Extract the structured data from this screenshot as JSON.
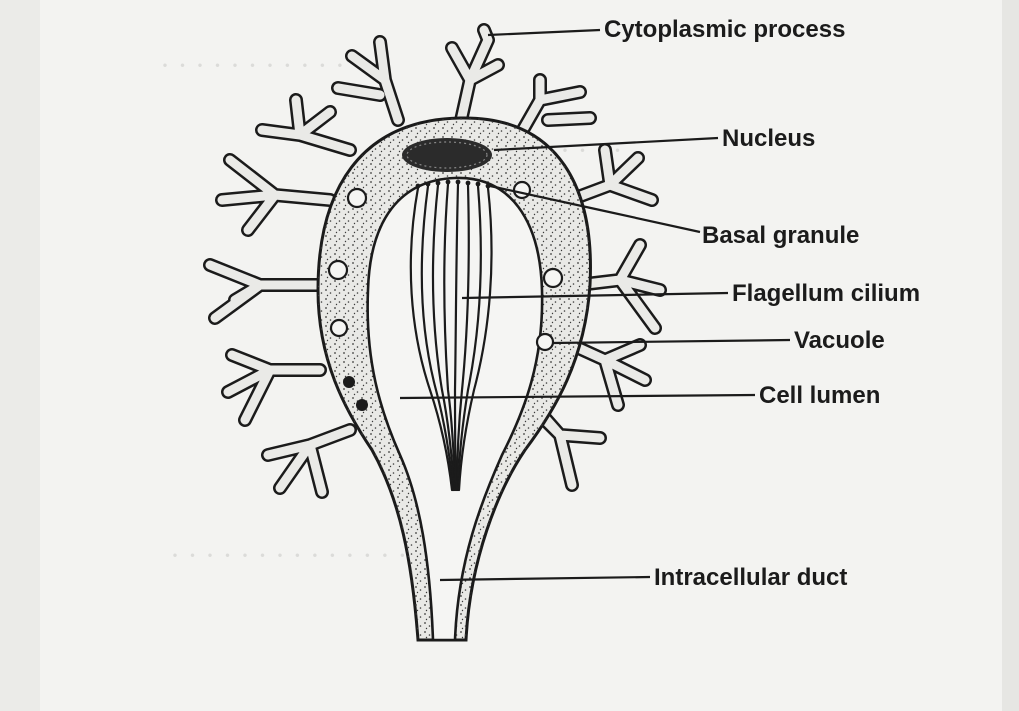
{
  "figure": {
    "labels": [
      {
        "id": "cytoplasmic-process",
        "text": "Cytoplasmic process"
      },
      {
        "id": "nucleus",
        "text": "Nucleus"
      },
      {
        "id": "basal-granule",
        "text": "Basal granule"
      },
      {
        "id": "flagellum-cilium",
        "text": "Flagellum cilium"
      },
      {
        "id": "vacuole",
        "text": "Vacuole"
      },
      {
        "id": "cell-lumen",
        "text": "Cell lumen"
      },
      {
        "id": "intracellular-duct",
        "text": "Intracellular duct"
      }
    ]
  },
  "colors": {
    "paper": "#f3f3f1",
    "ink": "#1b1b1b",
    "stipple": "#3a3a3a",
    "cell_fill": "#e9e9e6"
  }
}
